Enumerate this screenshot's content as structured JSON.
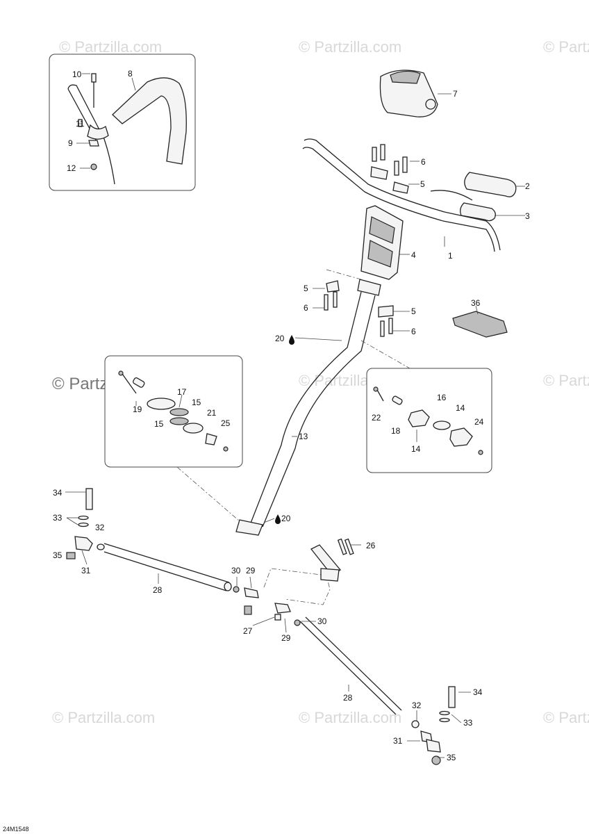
{
  "diagram": {
    "code": "24M1548",
    "watermarks": [
      "© Partzilla.com",
      "© Partzilla.com",
      "© Partzilla.com",
      "© Partzilla.com",
      "© Partzilla.com",
      "© Partzilla.com",
      "© Partzilla.com",
      "© Partzilla.com",
      "© Partzilla.com"
    ],
    "labels": [
      "1",
      "2",
      "3",
      "4",
      "5",
      "5",
      "5",
      "6",
      "6",
      "6",
      "7",
      "8",
      "9",
      "10",
      "11",
      "12",
      "13",
      "14",
      "14",
      "15",
      "15",
      "16",
      "17",
      "18",
      "19",
      "20",
      "20",
      "21",
      "22",
      "24",
      "25",
      "26",
      "27",
      "28",
      "28",
      "29",
      "29",
      "30",
      "30",
      "31",
      "31",
      "32",
      "32",
      "33",
      "33",
      "34",
      "34",
      "35",
      "35",
      "36"
    ],
    "lube_icon": "oil-drop-icon"
  }
}
